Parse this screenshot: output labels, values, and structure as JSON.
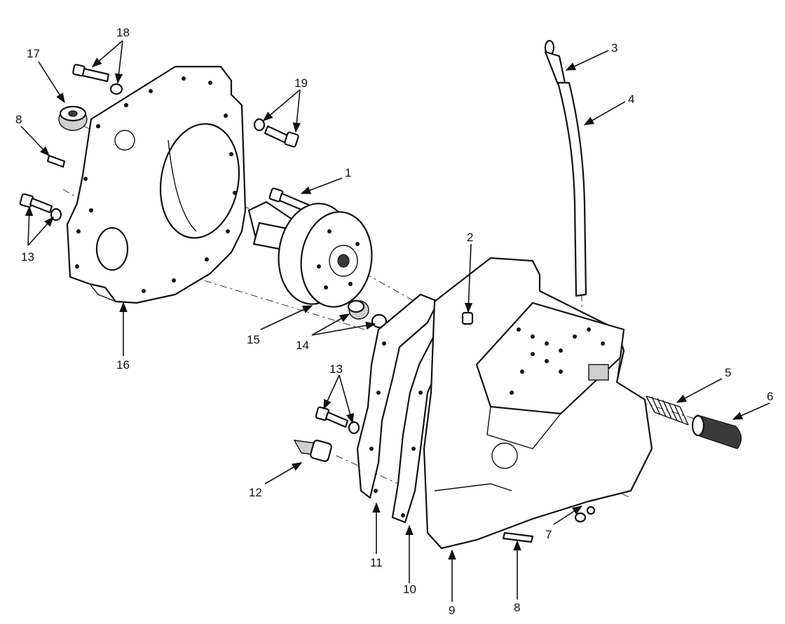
{
  "callouts": {
    "c1": "1",
    "c2": "2",
    "c3": "3",
    "c4": "4",
    "c5": "5",
    "c6": "6",
    "c7": "7",
    "c8a": "8",
    "c8b": "8",
    "c9": "9",
    "c10": "10",
    "c11": "11",
    "c12": "12",
    "c13a": "13",
    "c13b": "13",
    "c14": "14",
    "c15": "15",
    "c16": "16",
    "c17": "17",
    "c18": "18",
    "c19": "19"
  }
}
